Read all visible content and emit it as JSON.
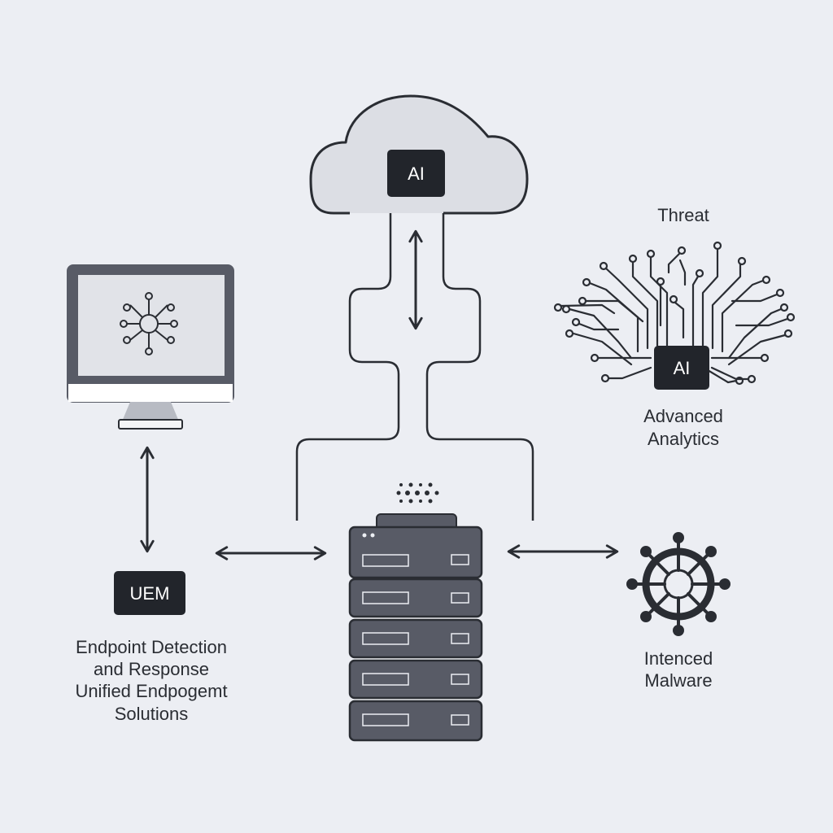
{
  "cloud": {
    "badge": "AI"
  },
  "threat_panel": {
    "heading": "Threat",
    "badge": "AI",
    "caption_line1": "Advanced",
    "caption_line2": "Analytics"
  },
  "endpoint": {
    "badge": "UEM",
    "caption_lines": [
      "Endpoint Detection",
      "and Response",
      "Unified Endpogemt",
      "Solutions"
    ]
  },
  "malware": {
    "caption_line1": "Intenced",
    "caption_line2": "Malware"
  },
  "colors": {
    "background": "#eceef3",
    "stroke": "#2a2d33",
    "server_body": "#585b66",
    "badge": "#22252b"
  },
  "icons": [
    "monitor-icon",
    "network-node-icon",
    "cloud-icon",
    "server-rack-icon",
    "circuit-brain-icon",
    "malware-virus-icon"
  ]
}
